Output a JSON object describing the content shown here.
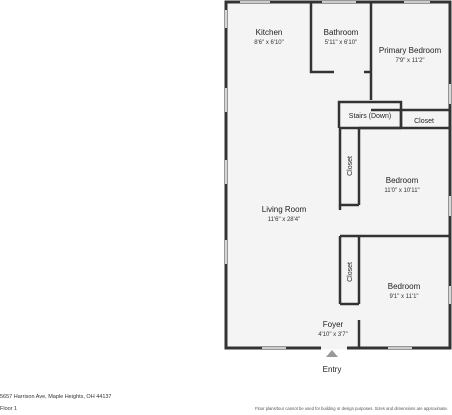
{
  "rooms": {
    "kitchen": {
      "name": "Kitchen",
      "dims": "8'6\" x 6'10\""
    },
    "bathroom": {
      "name": "Bathroom",
      "dims": "5'11\" x 6'10\""
    },
    "primary_bedroom": {
      "name": "Primary Bedroom",
      "dims": "7'9\" x 11'2\""
    },
    "stairs": {
      "name": "Stairs (Down)"
    },
    "closet_top": {
      "name": "Closet"
    },
    "closet_mid": {
      "name": "Closet"
    },
    "closet_low": {
      "name": "Closet"
    },
    "bedroom_mid": {
      "name": "Bedroom",
      "dims": "11'0\" x 10'11\""
    },
    "living_room": {
      "name": "Living Room",
      "dims": "11'6\" x 28'4\""
    },
    "bedroom_low": {
      "name": "Bedroom",
      "dims": "9'1\" x 11'1\""
    },
    "foyer": {
      "name": "Foyer",
      "dims": "4'10\" x 3'7\""
    }
  },
  "entry_label": "Entry",
  "footer": {
    "address": "5657 Harrison Ave, Maple Heights, OH 44137",
    "floor": "Floor 1",
    "disclaimer": "Floor plans/tour cannot be used for building or design purposes. Sizes and dimensions are approximate."
  },
  "colors": {
    "wall": "#333333",
    "floor_fill": "#f4f4f4",
    "window": "#ffffff",
    "entry_arrow": "#999999"
  }
}
